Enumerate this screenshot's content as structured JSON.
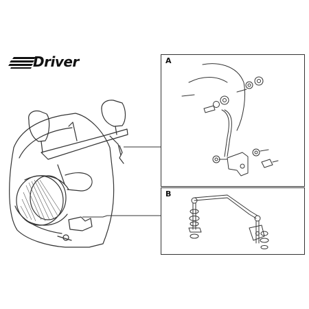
{
  "brand": {
    "name": "Driver"
  },
  "details": [
    {
      "label": "A"
    },
    {
      "label": "B"
    }
  ],
  "colors": {
    "line": "#333333",
    "background": "#ffffff",
    "hatch": "#555555"
  }
}
